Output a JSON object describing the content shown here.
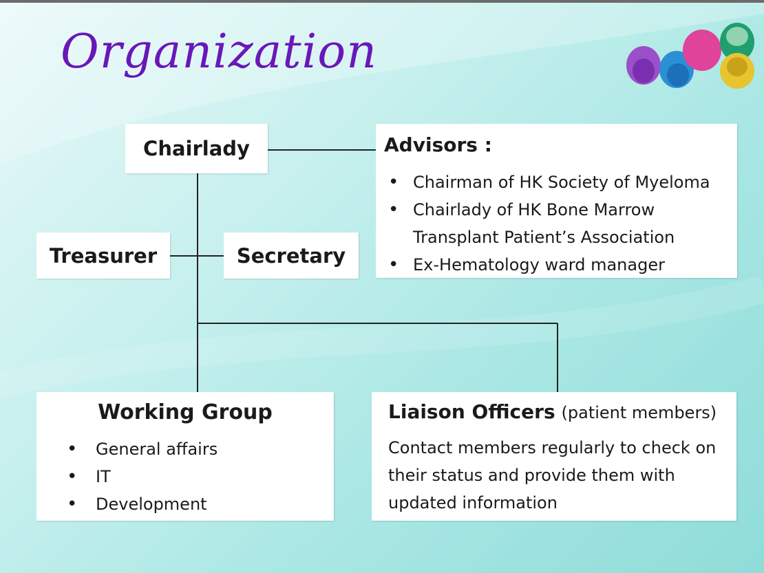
{
  "title": "Organization",
  "nodes": {
    "chairlady": "Chairlady",
    "treasurer": "Treasurer",
    "secretary": "Secretary",
    "advisors": {
      "heading": "Advisors :",
      "items": [
        "Chairman of HK Society of Myeloma",
        "Chairlady of HK Bone Marrow",
        "Transplant Patient’s Association",
        "Ex-Hematology ward manager"
      ]
    },
    "working_group": {
      "heading": "Working Group",
      "items": [
        "General affairs",
        "IT",
        "Development"
      ]
    },
    "liaison": {
      "heading": "Liaison Officers",
      "subheading": "(patient members)",
      "description": "Contact members regularly to check on their status and provide them with updated information"
    }
  },
  "colors": {
    "title": "#6a17b8",
    "background": "#a9e7e4",
    "logo": [
      "#9b4fc8",
      "#2b8fd6",
      "#e0439a",
      "#1f9e6e",
      "#e6c531"
    ]
  },
  "icons": [
    "logo-icon"
  ]
}
